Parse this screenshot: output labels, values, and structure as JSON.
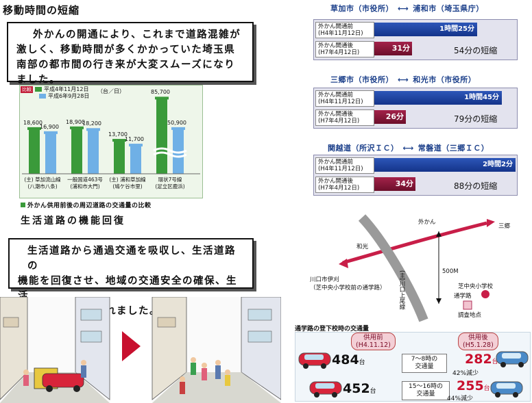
{
  "left": {
    "title": "移動時間の短縮",
    "intro_lines": [
      "外かんの開通により、これまで道路混雑が",
      "激しく、移動時間が多くかかっていた埼玉県",
      "南部の都市間の行き来が大変スムーズになり",
      "ました。"
    ],
    "chart_caption": "外かん供用前後の周辺道路の交通量の比較",
    "section2_title": "生活道路の機能回復",
    "section2_lines": [
      "生活道路から通過交通を吸収し、生活道路の",
      "機能を回復させ、地域の交通安全の確保、生活",
      "環境の改善が図られました。"
    ]
  },
  "chart_data": {
    "type": "bar",
    "unit": "（台／日）",
    "legend_tag": "比較",
    "categories": [
      [
        "(主) 草加流山線",
        "(八潮市八条)"
      ],
      [
        "一般国道463号",
        "(浦和市大門)"
      ],
      [
        "(主) 浦和草加線",
        "(鳩ケ谷市里)"
      ],
      [
        "環状7号線",
        "(足立区鹿浜)"
      ]
    ],
    "series": [
      {
        "name": "平成4年11月12日",
        "values": [
          "18,600",
          "18,900",
          "13,700",
          "85,700"
        ],
        "color": "#3a9a3a"
      },
      {
        "name": "平成6年9月28日",
        "values": [
          "16,900",
          "18,200",
          "11,700",
          "50,900"
        ],
        "color": "#6fb0e6"
      }
    ],
    "numeric": [
      [
        18600,
        18900,
        13700,
        85700
      ],
      [
        16900,
        18200,
        11700,
        50900
      ]
    ]
  },
  "comparisons": [
    {
      "from": "草加市（市役所）",
      "to": "浦和市（埼玉県庁）",
      "before_label": [
        "外かん開通前",
        "(H4年11月12日)"
      ],
      "before_time": "1時間25分",
      "before_min": 85,
      "after_label": [
        "外かん開通後",
        "(H7年4月12日)"
      ],
      "after_time": "31分",
      "after_min": 31,
      "reduction": "54分の短縮"
    },
    {
      "from": "三郷市（市役所）",
      "to": "和光市（市役所）",
      "before_label": [
        "外かん開通前",
        "(H4年11月12日)"
      ],
      "before_time": "1時間45分",
      "before_min": 105,
      "after_label": [
        "外かん開通後",
        "(H7年4月12日)"
      ],
      "after_time": "26分",
      "after_min": 26,
      "reduction": "79分の短縮"
    },
    {
      "from": "関越道（所沢ＩＣ）",
      "to": "常磐道（三郷ＩＣ）",
      "before_label": [
        "外かん開通前",
        "(H4年11月12日)"
      ],
      "before_time": "2時間2分",
      "before_min": 122,
      "after_label": [
        "外かん開通後",
        "(H7年4月12日)"
      ],
      "after_time": "34分",
      "after_min": 34,
      "reduction": "88分の短縮"
    }
  ],
  "map": {
    "road_outer": "外かん",
    "misato": "三郷",
    "wako": "和光",
    "local_road": "(主)川口上尾線",
    "distance": "500M",
    "place": [
      "川口市伊刈",
      "（芝中央小学校前の通学路）"
    ],
    "school": "芝中央小学校",
    "route": "通学路",
    "survey": "調査地点"
  },
  "traffic": {
    "title": "通学路の登下校時の交通量",
    "before": [
      "供用前",
      "(H4.11.12)"
    ],
    "after": [
      "供用後",
      "(H5.1.28)"
    ],
    "rows": [
      {
        "period": [
          "7～8時の",
          "交通量"
        ],
        "before": "484",
        "after": "282",
        "unit": "台",
        "change": "42%減少"
      },
      {
        "period": [
          "15～16時の",
          "交通量"
        ],
        "before": "452",
        "after": "255",
        "unit": "台",
        "change": "44%減少"
      }
    ]
  }
}
